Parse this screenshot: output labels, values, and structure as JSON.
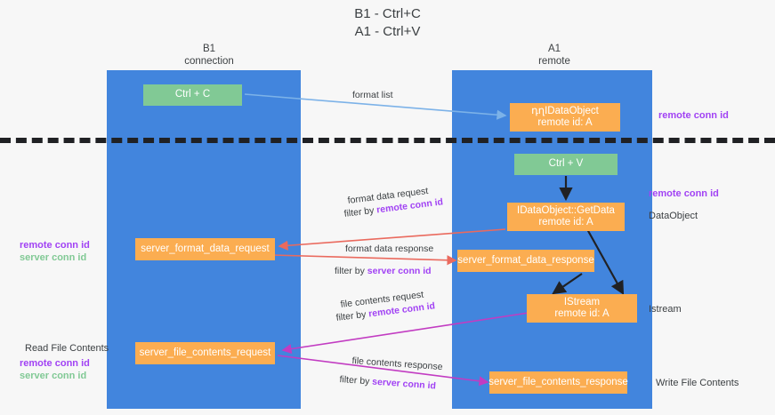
{
  "title": {
    "line1": "B1 - Ctrl+C",
    "line2": "A1 - Ctrl+V"
  },
  "columns": [
    {
      "name": "B1",
      "role": "connection"
    },
    {
      "name": "A1",
      "role": "remote"
    }
  ],
  "boxes": {
    "ctrl_c": "Ctrl + C",
    "ctrl_v": "Ctrl + V",
    "idataobject_remote": {
      "line1": "դղIDataObject",
      "line2": "remote id: A"
    },
    "getdata": {
      "line1": "IDataObject::GetData",
      "line2": "remote id: A"
    },
    "istream": {
      "line1": "IStream",
      "line2": "remote id: A"
    },
    "server_format_data_request": "server_format_data_request",
    "server_format_data_response": "server_format_data_response",
    "server_file_contents_request": "server_file_contents_request",
    "server_file_contents_response": "server_file_contents_response"
  },
  "annotations": {
    "format_list": "format list",
    "format_data_request": "format data request",
    "format_data_request_filter_prefix": "filter by ",
    "format_data_request_filter_key": "remote conn id",
    "format_data_response": "format data response",
    "format_data_response_filter_prefix": "filter by ",
    "format_data_response_filter_key": "server conn id",
    "file_contents_request": "file contents request",
    "file_contents_request_filter_prefix": "filter by ",
    "file_contents_request_filter_key": "remote conn id",
    "file_contents_response": "file contents response",
    "file_contents_response_filter_prefix": "filter by ",
    "file_contents_response_filter_key": "server conn id"
  },
  "side_labels": {
    "right_remote_conn_id_top": "remote conn id",
    "right_remote_conn_id_mid": "remote conn id",
    "right_dataobject": "DataObject",
    "right_istream": "Istream",
    "right_write_file_contents": "Write File Contents",
    "left_remote_conn_id": "remote conn id",
    "left_server_conn_id": "server conn id",
    "left_read_file_contents": "Read File Contents",
    "left_remote_conn_id2": "remote conn id",
    "left_server_conn_id2": "server conn id"
  },
  "colors": {
    "lane": "#4285dd",
    "green_box": "#81c995",
    "orange_box": "#fbad51",
    "purple_text": "#a142f4",
    "green_text": "#81c995",
    "arrow_blue": "#7cb2e8",
    "arrow_red": "#ea6a5e",
    "arrow_magenta": "#c23cc2",
    "arrow_dark": "#202124",
    "background": "#f7f7f7"
  }
}
